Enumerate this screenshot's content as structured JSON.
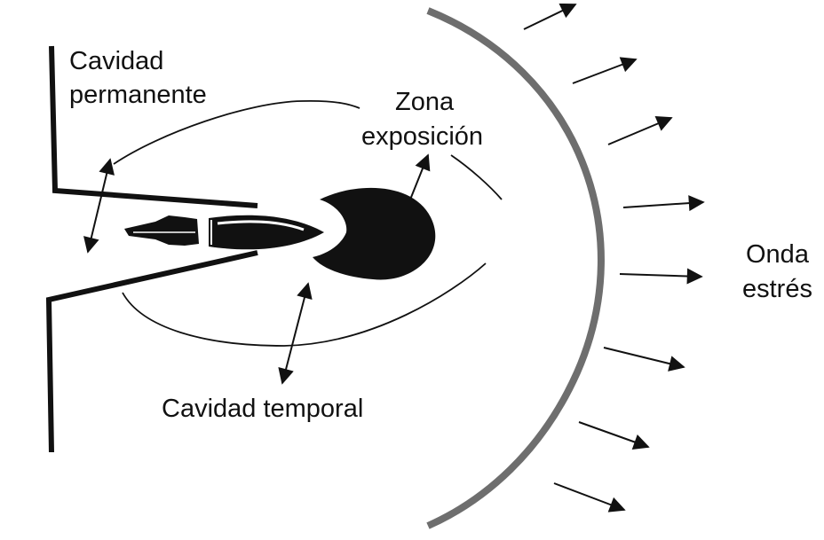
{
  "labels": {
    "permanent_cavity": [
      "Cavidad",
      "permanente"
    ],
    "exposure_zone": [
      "Zona",
      "exposición"
    ],
    "stress_wave": [
      "Onda",
      "estrés"
    ],
    "temporary_cavity": "Cavidad temporal"
  },
  "colors": {
    "ink": "#111111",
    "wave_front": "#6e6e6e",
    "background": "#ffffff"
  }
}
